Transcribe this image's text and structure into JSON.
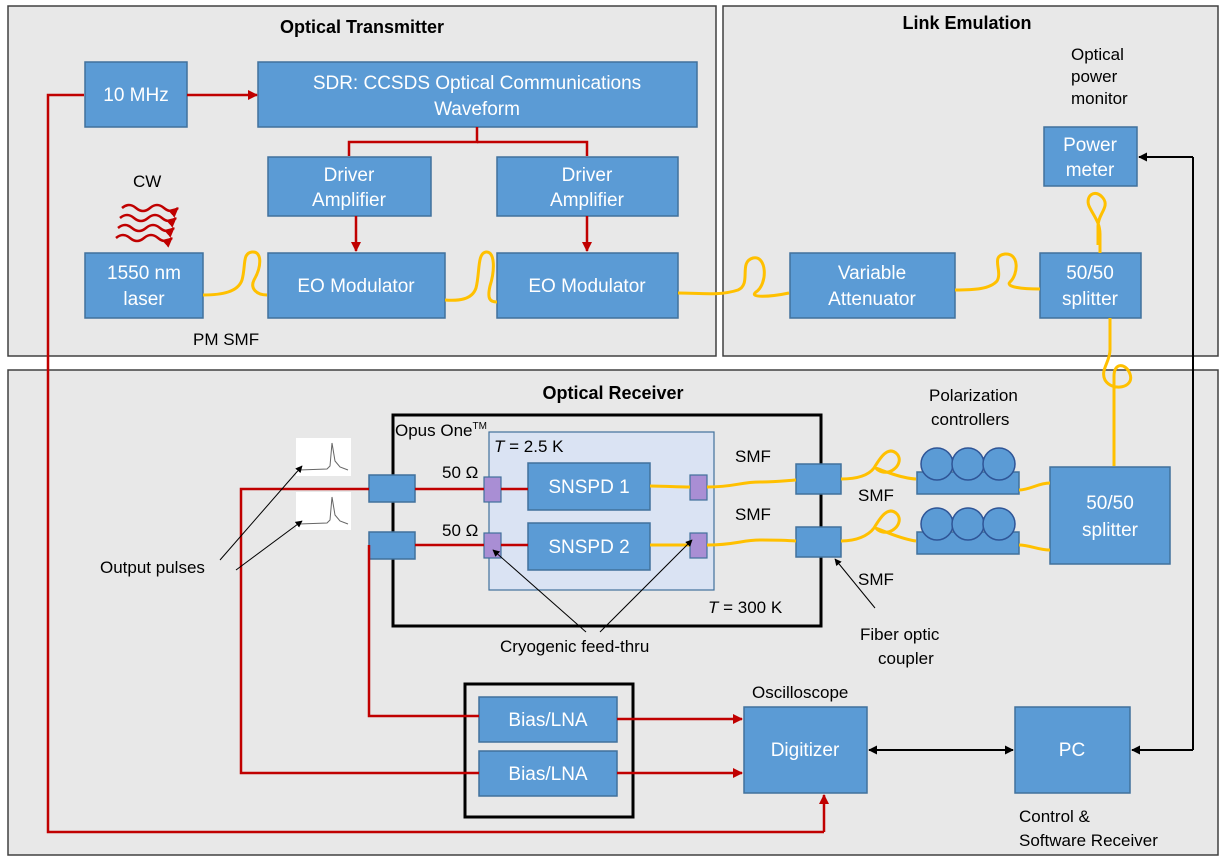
{
  "panels": {
    "transmitter": "Optical Transmitter",
    "link": "Link Emulation",
    "receiver": "Optical Receiver"
  },
  "blocks": {
    "clock": "10 MHz",
    "sdr_line1": "SDR: CCSDS Optical Communications",
    "sdr_line2": "Waveform",
    "driver1_line1": "Driver",
    "driver1_line2": "Amplifier",
    "driver2_line1": "Driver",
    "driver2_line2": "Amplifier",
    "laser_line1": "1550 nm",
    "laser_line2": "laser",
    "eo1": "EO Modulator",
    "eo2": "EO Modulator",
    "atten_line1": "Variable",
    "atten_line2": "Attenuator",
    "splitter_top_line1": "50/50",
    "splitter_top_line2": "splitter",
    "power_line1": "Power",
    "power_line2": "meter",
    "snspd1": "SNSPD 1",
    "snspd2": "SNSPD 2",
    "splitter_rx_line1": "50/50",
    "splitter_rx_line2": "splitter",
    "bias1": "Bias/LNA",
    "bias2": "Bias/LNA",
    "digitizer": "Digitizer",
    "pc": "PC"
  },
  "labels": {
    "cw": "CW",
    "pm_smf": "PM SMF",
    "monitor_line1": "Optical",
    "monitor_line2": "power",
    "monitor_line3": "monitor",
    "opus": "Opus One",
    "tm": "TM",
    "t_cold_var": "T",
    "t_cold_val": " = 2.5 K",
    "t_warm_var": "T",
    "t_warm_val": " = 300 K",
    "ohm1": "50 Ω",
    "ohm2": "50 Ω",
    "smf_in1": "SMF",
    "smf_in2": "SMF",
    "smf_out1": "SMF",
    "smf_out2": "SMF",
    "pol_line1": "Polarization",
    "pol_line2": "controllers",
    "output_pulses": "Output pulses",
    "feedthru": "Cryogenic feed-thru",
    "coupler_line1": "Fiber optic",
    "coupler_line2": "coupler",
    "oscilloscope": "Oscilloscope",
    "control_line1": "Control &",
    "control_line2": "Software Receiver"
  },
  "colors": {
    "panel": "#e8e8e8",
    "block": "#5b9bd5",
    "block_border": "#41719c",
    "fiber": "#ffc000",
    "electrical": "#c00000",
    "feedthru": "#a98ed4",
    "cryostat": "#dae3f3"
  }
}
